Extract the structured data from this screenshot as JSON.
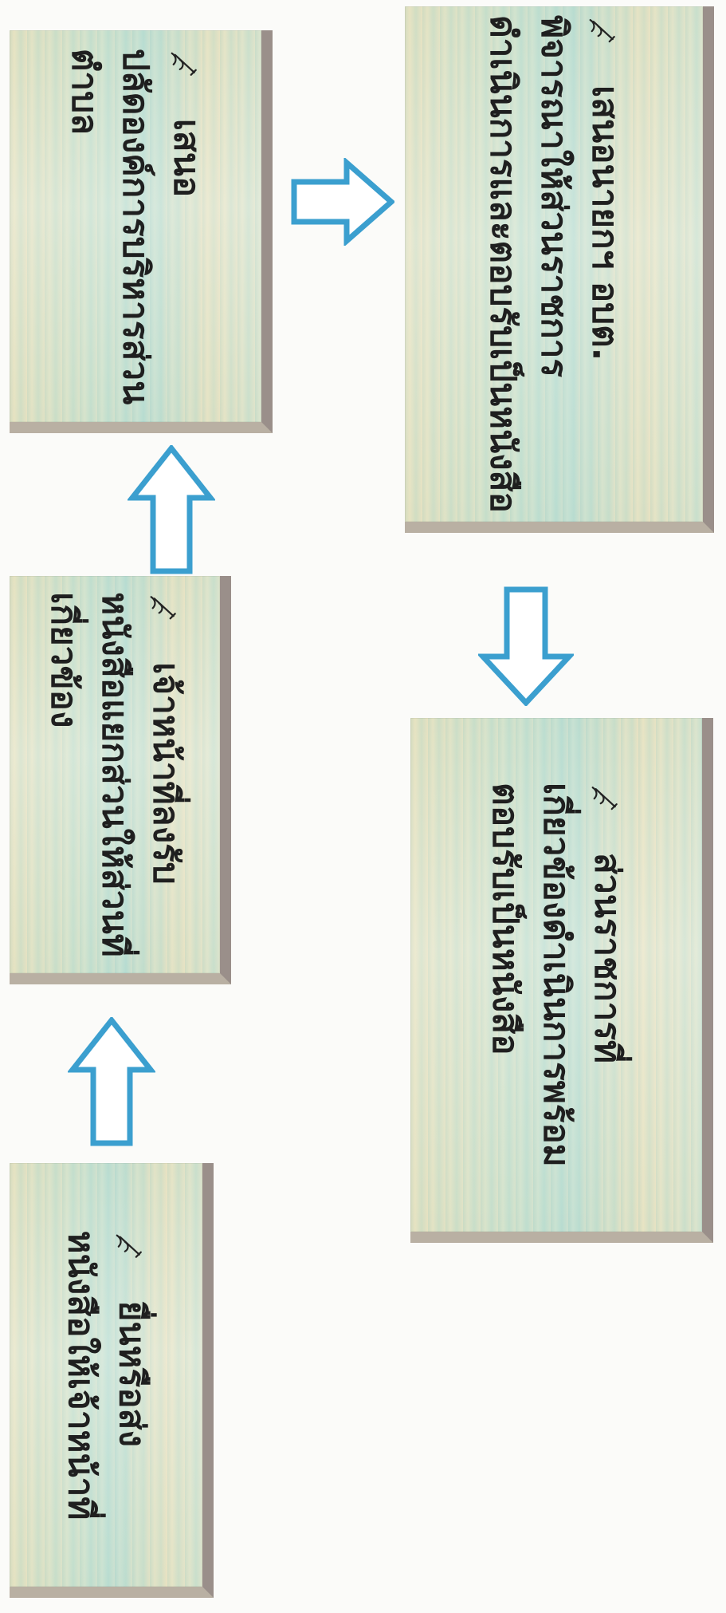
{
  "steps": [
    {
      "line1": "ยื่นหรือส่ง",
      "line2": "หนังสือให้เจ้าหน้าที่",
      "line3": ""
    },
    {
      "line1": "เจ้าหน้าที่ลงรับ",
      "line2": "หนังสือแยกส่วนให้ส่วนที่",
      "line3": "เกี่ยวข้อง"
    },
    {
      "line1": "เสนอ",
      "line2": "ปลัดองค์การบริหารส่วน",
      "line3": "ตำบล"
    },
    {
      "line1": "เสนอนายกฯ อบต.",
      "line2": "พิจารณาให้ส่วนราชการ",
      "line3": "ดำเนินการและตอบรับเป็นหนังสือ"
    },
    {
      "line1": "ส่วนราชการที่",
      "line2": "เกี่ยวข้องดำเนินการพร้อม",
      "line3": "ตอบรับเป็นหนังสือ"
    }
  ],
  "icons": {
    "step_marker": "pen-writing-icon"
  },
  "colors": {
    "arrow_outline": "#3b9fcf",
    "box_edge": "#9a8f8a",
    "text": "#1f1f1f"
  }
}
